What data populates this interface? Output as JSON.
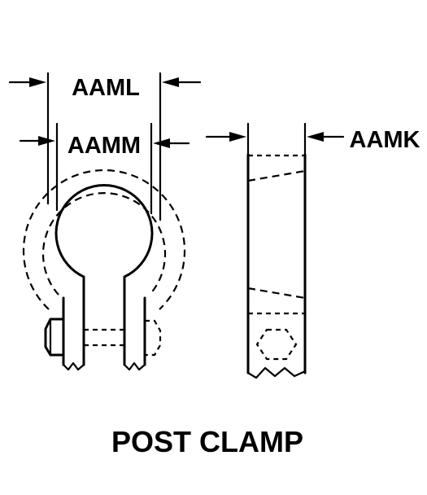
{
  "labels": {
    "dim_aaml": "AAML",
    "dim_aamm": "AAMM",
    "dim_aamk": "AAMK",
    "caption": "POST CLAMP"
  }
}
